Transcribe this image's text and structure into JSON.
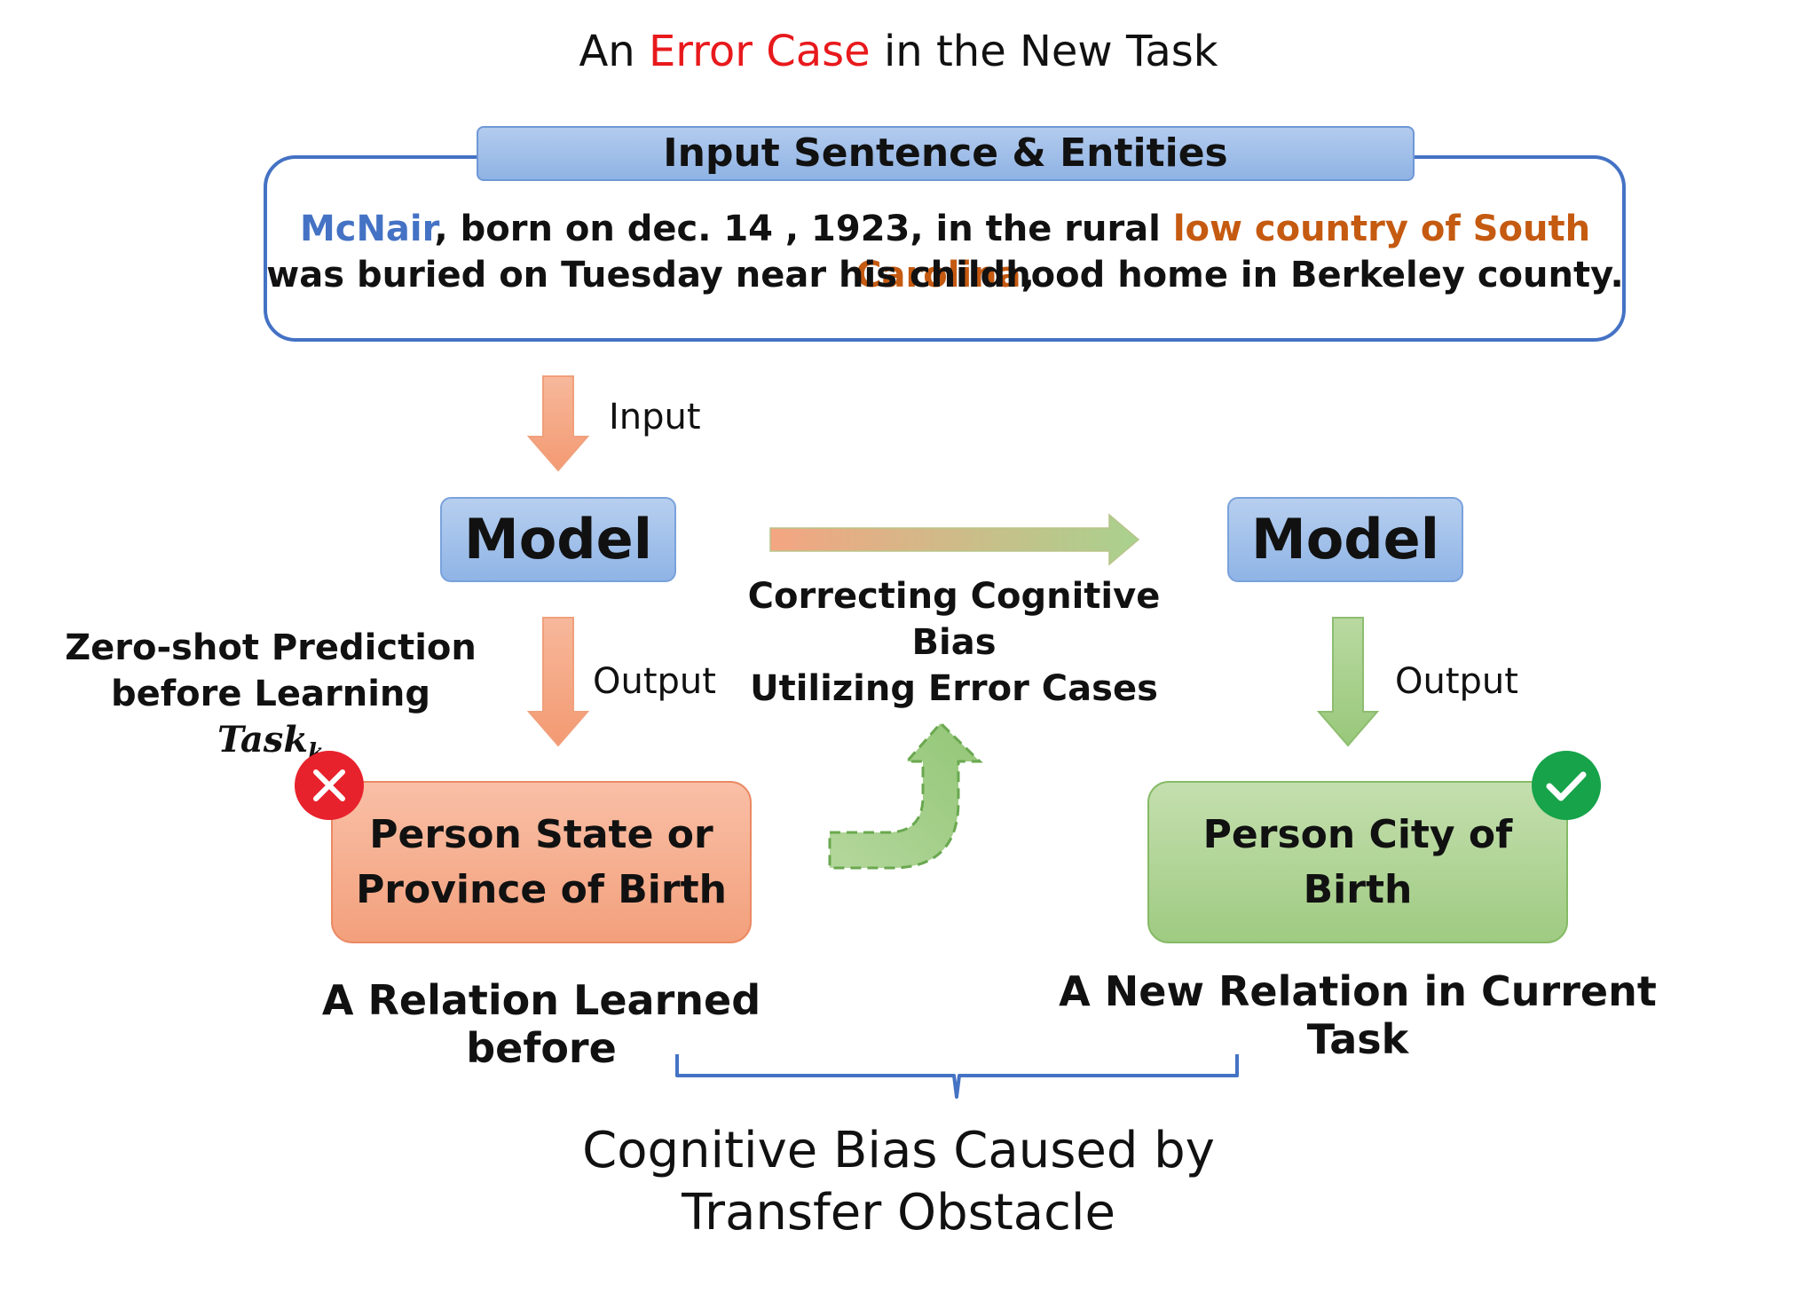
{
  "title": {
    "prefix": "An ",
    "highlight": "Error Case",
    "suffix": " in the New Task"
  },
  "input_box": {
    "header": "Input Sentence & Entities",
    "line1_entity1": "McNair",
    "line1_mid": ", born on dec. 14 , 1923, in the rural ",
    "line1_entity2": "low country of South Carolina",
    "line1_end": ",",
    "line2": "was buried on Tuesday near his childhood home in Berkeley county."
  },
  "labels": {
    "input": "Input",
    "output_left": "Output",
    "output_right": "Output",
    "model_left": "Model",
    "model_right": "Model",
    "correcting_line1": "Correcting Cognitive Bias",
    "correcting_line2": "Utilizing Error Cases",
    "zeroshot_line1": "Zero-shot Prediction",
    "zeroshot_line2_prefix": "before Learning ",
    "zeroshot_task": "Task",
    "zeroshot_task_sub": "k"
  },
  "relations": {
    "old": {
      "line1": "Person State or",
      "line2": "Province of Birth",
      "caption": "A Relation Learned before",
      "status_icon": "x-icon"
    },
    "new": {
      "line1": "Person City of",
      "line2": "Birth",
      "caption": "A New Relation in Current Task",
      "status_icon": "check-icon"
    }
  },
  "bottom": {
    "line1": "Cognitive Bias Caused by",
    "line2": "Transfer Obstacle"
  },
  "colors": {
    "error_red": "#e8191c",
    "entity_blue": "#4472c4",
    "entity_orange": "#c55a11",
    "arrow_orange": "#f4a582",
    "arrow_green": "#a9d18e",
    "brace_blue": "#4472c4"
  }
}
